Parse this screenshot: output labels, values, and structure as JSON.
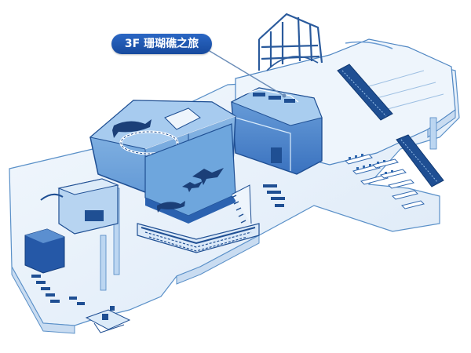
{
  "callout": {
    "label": "3F 珊瑚礁之旅",
    "color": "#1d55b0",
    "icon": "pin-line"
  },
  "map": {
    "style": "isometric aquarium floor cutaway",
    "palette": {
      "floor": "#eaf3fc",
      "outline": "#3e7fbd",
      "tank_light": "#9dc5ea",
      "tank_mid": "#5b93d3",
      "tank_dark": "#2b62b0",
      "structure": "#1f4f93"
    },
    "icons": [
      "whale-shark-icon",
      "manta-ray-icon",
      "fish-icon",
      "escalator-icon",
      "stairs-icon",
      "seating-icon"
    ]
  }
}
